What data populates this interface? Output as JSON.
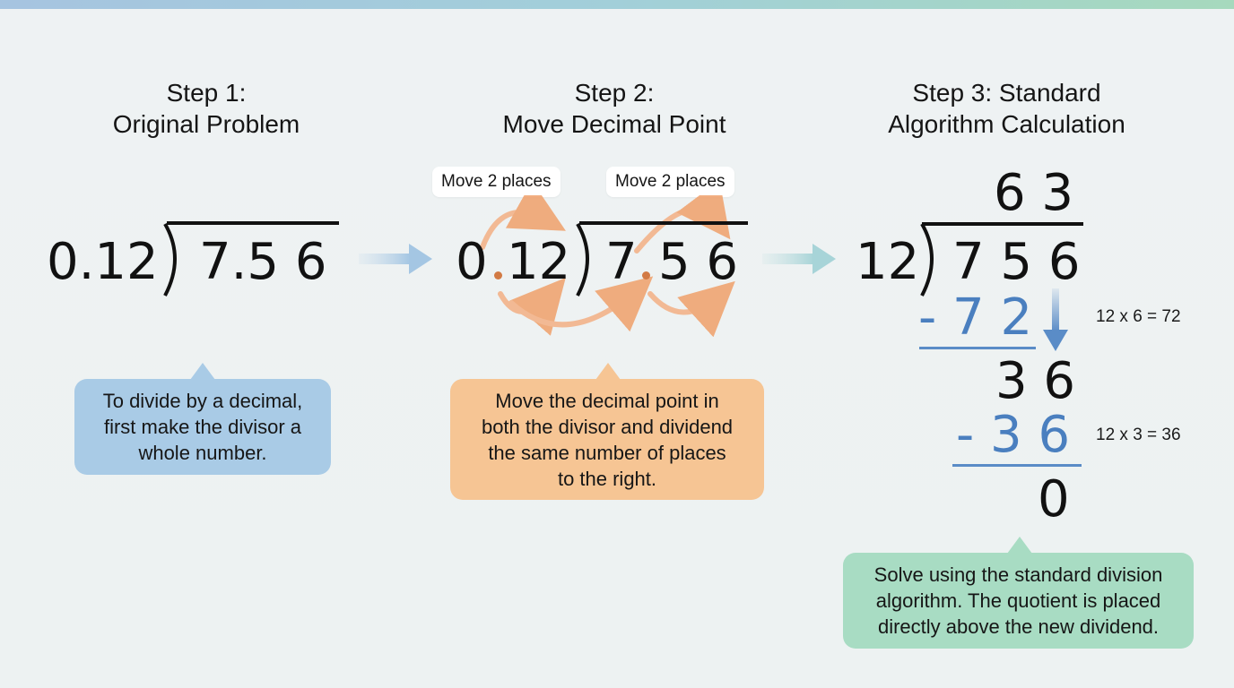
{
  "header": {
    "accent_gradient": [
      "#a6c4e0",
      "#a2cfd9",
      "#a6d9bd"
    ]
  },
  "steps": [
    {
      "title_line1": "Step 1:",
      "title_line2": "Original Problem",
      "divisor": "0.12",
      "dividend": "7.5 6",
      "callout": "To divide by a decimal, first make the divisor a whole number.",
      "callout_lines": [
        "To divide by a decimal,",
        "first make the divisor a",
        "whole number."
      ],
      "callout_color": "#a9cbe6"
    },
    {
      "title_line1": "Step 2:",
      "title_line2": "Move Decimal Point",
      "divisor_parts": [
        "0",
        "12"
      ],
      "dividend_parts": [
        "7",
        "5 6"
      ],
      "move_labels": [
        "Move 2 places",
        "Move 2 places"
      ],
      "callout_lines": [
        "Move the decimal point in",
        "both the divisor and dividend",
        "the same number of places",
        "to the right."
      ],
      "callout_color": "#f6c594",
      "arrow_color": "#f0a06a"
    },
    {
      "title_line1": "Step 3: Standard",
      "title_line2": "Algorithm Calculation",
      "quotient": "6 3",
      "divisor": "12",
      "dividend": "7 5 6",
      "subtract1": "- 7 2",
      "remainder1": "3 6",
      "subtract2": "- 3 6",
      "final_remainder": "0",
      "note1": "12 x 6 = 72",
      "note2": "12 x 3 = 36",
      "callout_lines": [
        "Solve using the standard division",
        "algorithm. The quotient is placed",
        "directly above the new dividend."
      ],
      "callout_color": "#a8dcc3",
      "accent_color": "#4a7fbf"
    }
  ]
}
